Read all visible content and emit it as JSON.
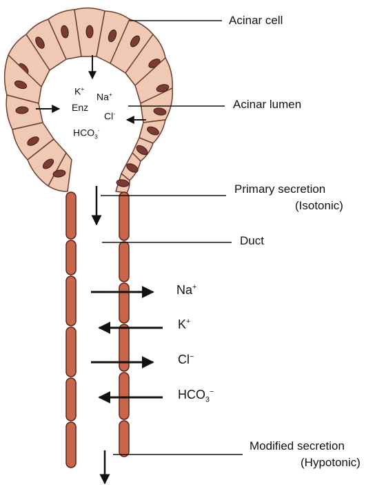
{
  "labels": {
    "acinar_cell": "Acinar cell",
    "acinar_lumen": "Acinar lumen",
    "primary_secretion": "Primary secretion",
    "primary_secretion_note": "(Isotonic)",
    "duct": "Duct",
    "modified_secretion": "Modified secretion",
    "modified_secretion_note": "(Hypotonic)"
  },
  "lumen_contents": {
    "k": "K",
    "k_sup": "+",
    "na": "Na",
    "na_sup": "+",
    "enz": "Enz",
    "cl": "Cl",
    "cl_sup": "-",
    "hco3": "HCO",
    "hco3_sub": "3",
    "hco3_sup": "-"
  },
  "duct_exchange": [
    {
      "ion": "Na",
      "sub": "",
      "sup": "+",
      "direction": "out"
    },
    {
      "ion": "K",
      "sub": "",
      "sup": "+",
      "direction": "in"
    },
    {
      "ion": "Cl",
      "sub": "",
      "sup": "−",
      "direction": "out"
    },
    {
      "ion": "HCO",
      "sub": "3",
      "sup": "−",
      "direction": "in"
    }
  ],
  "colors": {
    "cell_fill": "#f0c9b4",
    "cell_stroke": "#6b3a2a",
    "nucleus": "#7a3a35",
    "duct_fill": "#c8654a",
    "duct_stroke": "#5a2418",
    "line": "#111111"
  }
}
